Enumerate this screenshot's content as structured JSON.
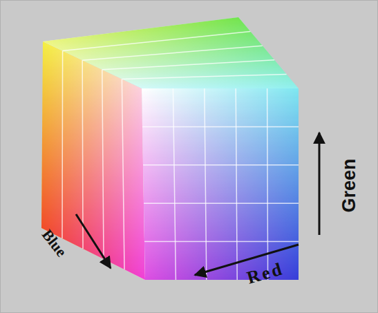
{
  "diagram": {
    "labels": [
      "Blue",
      "Red",
      "Green"
    ]
  }
}
